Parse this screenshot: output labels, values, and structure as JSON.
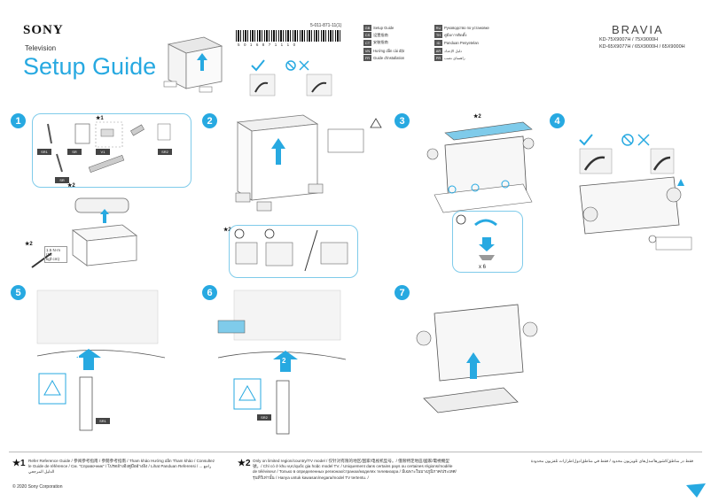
{
  "header": {
    "brand": "SONY",
    "product_type": "Television",
    "title": "Setup Guide",
    "series": "BRAVIA",
    "models_line1": "KD-75X9007H / 75X9000H",
    "models_line2": "KD-65X9077H / 65X9000H / 65X9000H",
    "part_number": "5-011-871-11(1)",
    "barcode_number": "5 0 1 6 8 7 1 1 1 0"
  },
  "languages_left": [
    {
      "code": "GB",
      "name": "Setup Guide"
    },
    {
      "code": "CS",
      "name": "设置指南"
    },
    {
      "code": "CT",
      "name": "安裝指南"
    },
    {
      "code": "VN",
      "name": "Hướng dẫn cài đặt"
    },
    {
      "code": "FR",
      "name": "Guide d'installation"
    }
  ],
  "languages_right": [
    {
      "code": "RU",
      "name": "Руководство по установке"
    },
    {
      "code": "TH",
      "name": "คู่มือการติดตั้ง"
    },
    {
      "code": "ID",
      "name": "Panduan Penyetelan"
    },
    {
      "code": "AR",
      "name": "دليل الإعداد"
    },
    {
      "code": "PR",
      "name": "راهنمای نصب"
    }
  ],
  "steps": {
    "s1": "1",
    "s2": "2",
    "s3": "3",
    "s4": "4",
    "s5": "5",
    "s6": "6",
    "s7": "7"
  },
  "accessories": {
    "a1": "SR1",
    "a2": "SR",
    "a3": "V1",
    "a4": "SR2",
    "a5": "SR"
  },
  "step1_star1": "★1",
  "step1_star2": "★2",
  "step1_screw_note": "1.5 N·m (15 kgf·cm)",
  "step2_star2": "★2",
  "step3_star2": "★2",
  "step3_count": "x 6",
  "step5_marker": "1",
  "step6_marker": "2",
  "step5_tag": "SR1",
  "step6_tag": "SR2",
  "notes": {
    "star1": "★1",
    "note1": "Refer Reference Guide / 参阅参考指南 / 參閱參考指南 / Tham khảo Hướng dẫn Tham khảo / Consultez le Guide de référence / См. \"Справочник\" / โปรดอ้างอิงคู่มืออ้างอิง / Lihat Panduan Referensi / ... راجع الدليل المرجعي",
    "star2": "★2",
    "note2": "Only on limited region/country/TV model / 仅针对有限的地区/国家/电视机型号。/ 僅限特定地區/國家/電視機型號。/ Chỉ có ở khu vực/quốc gia hoặc model TV. / Uniquement dans certains pays ou certaines régions/modèle de téléviseur / Только в определенных регионах/странах/моделях телевизора / มีเฉพาะในบางภูมิภาค/ประเทศ/รุ่นทีวีเท่านั้น / Hanya untuk kawasan/negara/model TV tertentu. /",
    "note3": "فقط در مناطق/کشورها/مدل‌های تلویزیون محدود / فقط في مناطق/دول/طرازات تلفزيون محدودة"
  },
  "footer": {
    "copyright": "© 2020 Sony Corporation"
  },
  "colors": {
    "accent": "#27a9e1",
    "panel_border": "#7fcbea"
  }
}
